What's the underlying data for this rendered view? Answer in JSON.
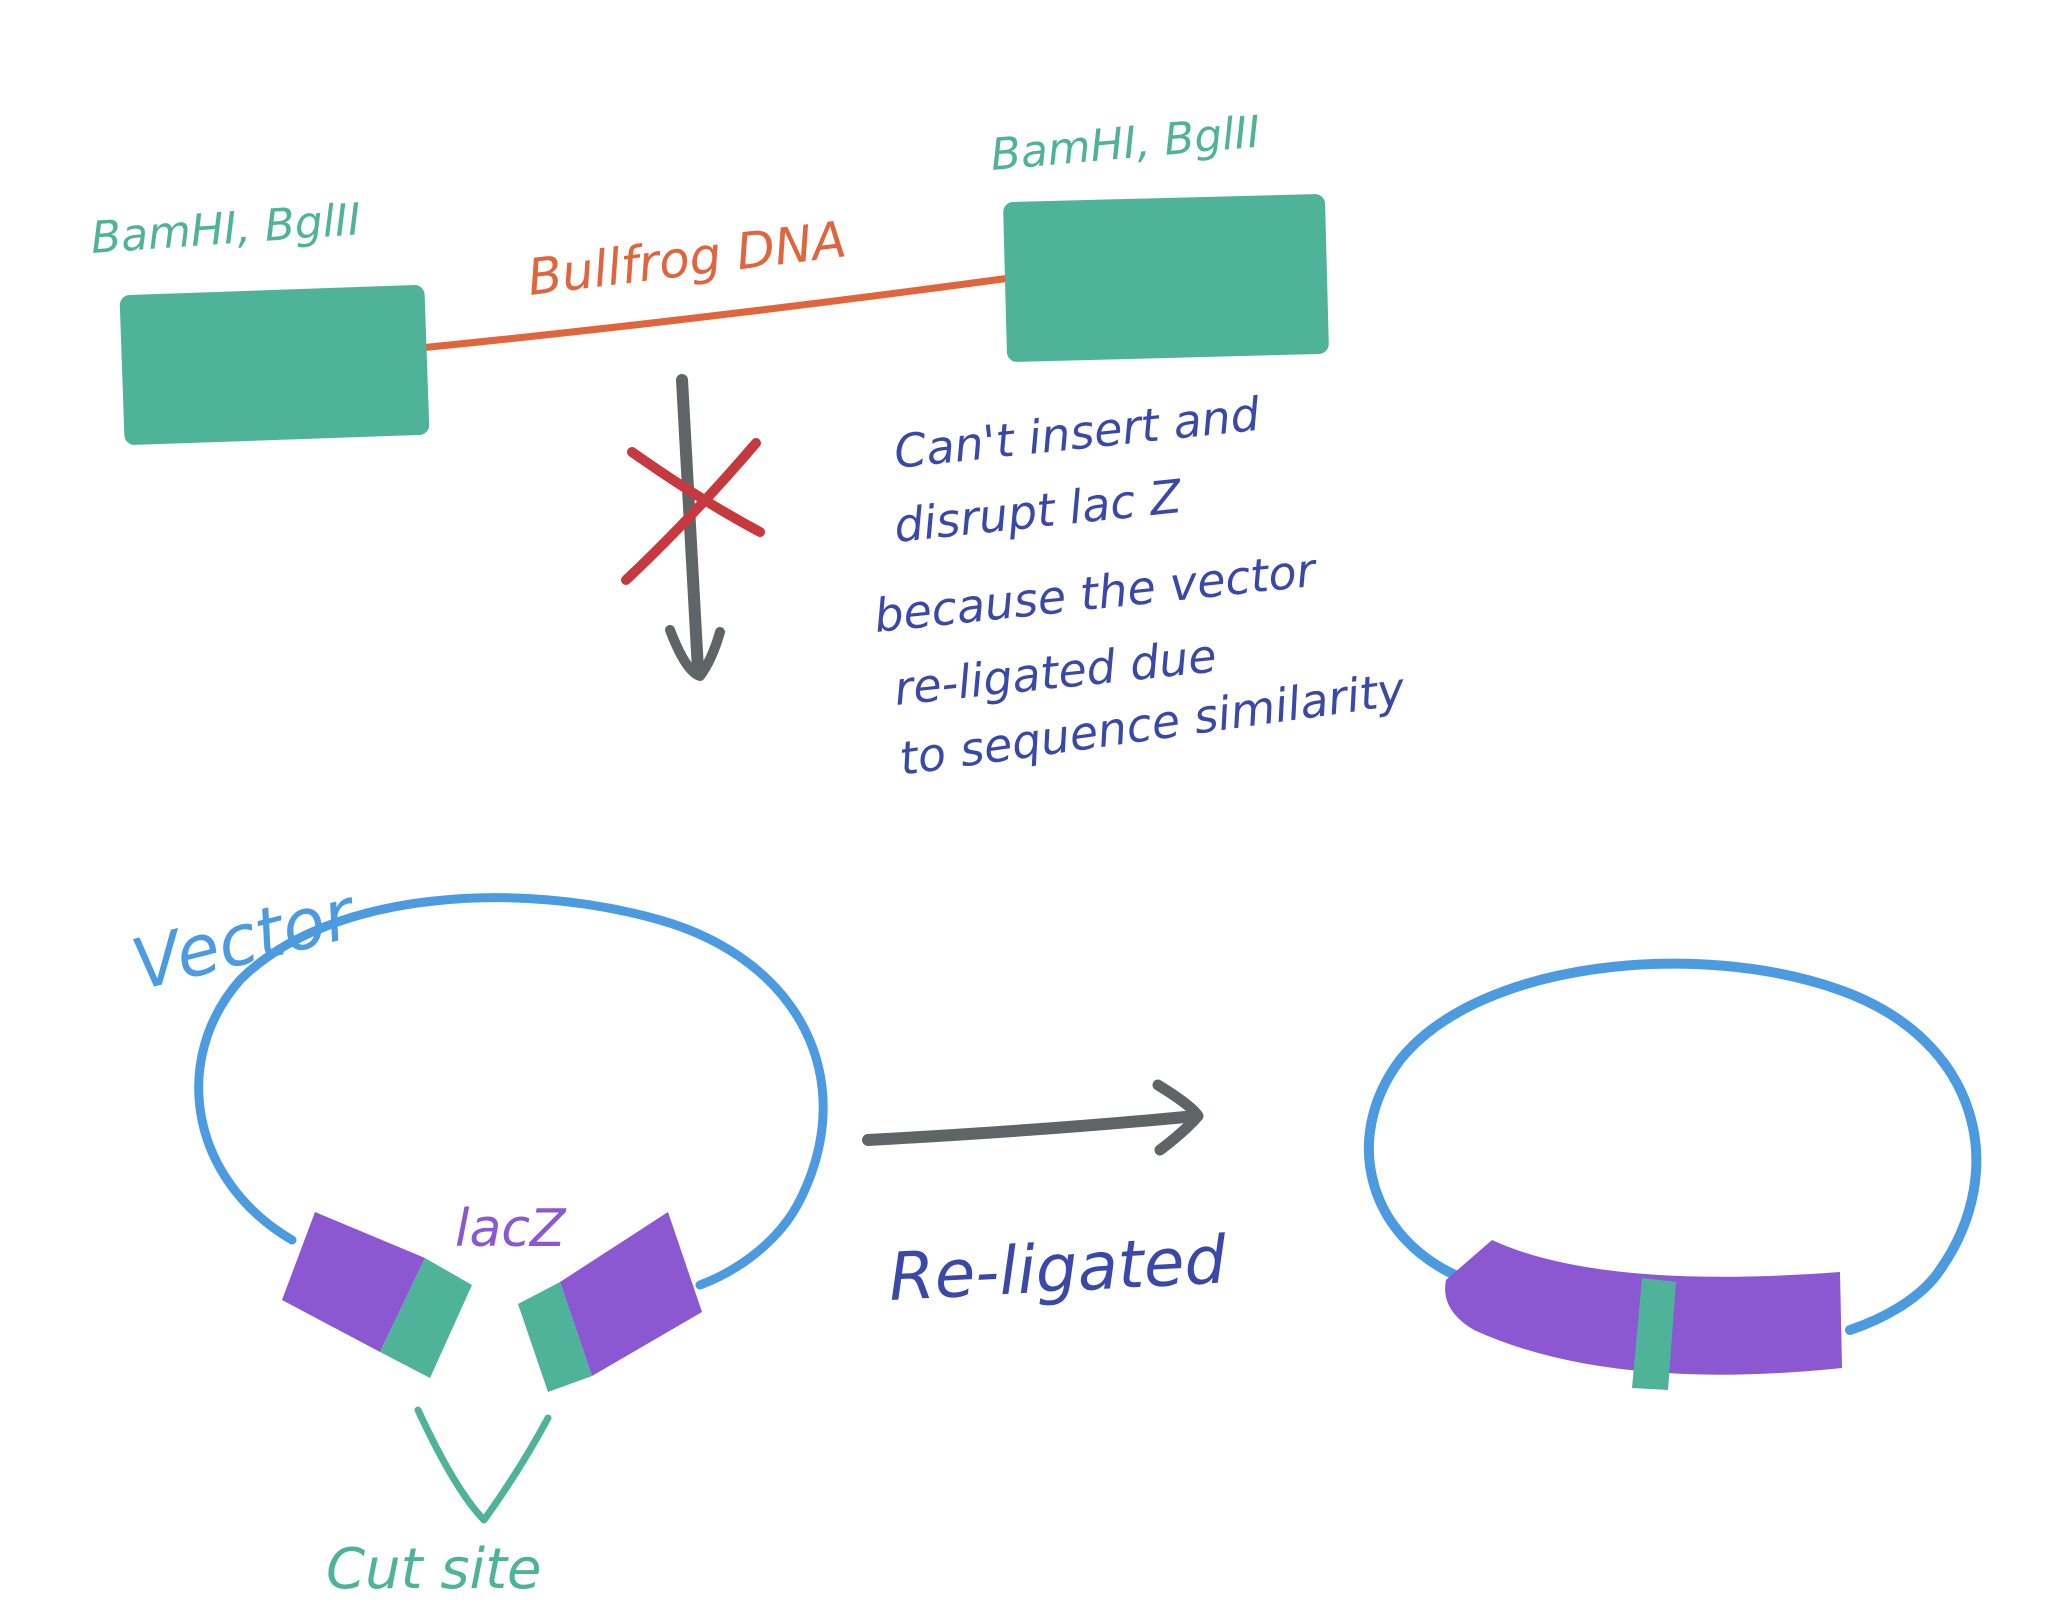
{
  "labels": {
    "left_site": "BamHI, BglII",
    "right_site": "BamHI, BglII",
    "insert": "Bullfrog DNA",
    "note_lines": [
      "Can't insert and",
      "disrupt lac Z",
      "because the vector",
      "re-ligated due",
      "to sequence similarity"
    ],
    "vector": "Vector",
    "lacz": "lacZ",
    "religated": "Re-ligated",
    "cut_site": "Cut site"
  },
  "colors": {
    "teal": "#4fb39a",
    "orange": "#e0643c",
    "navy": "#3a49a9",
    "vector_blue": "#4c9be0",
    "purple": "#8b58d1",
    "grey_arrow": "#5f6466",
    "red_x": "#c63a3f"
  },
  "icons": {
    "blocked": "red-x-icon",
    "down_arrow": "down-arrow-icon",
    "right_arrow": "right-arrow-icon"
  }
}
